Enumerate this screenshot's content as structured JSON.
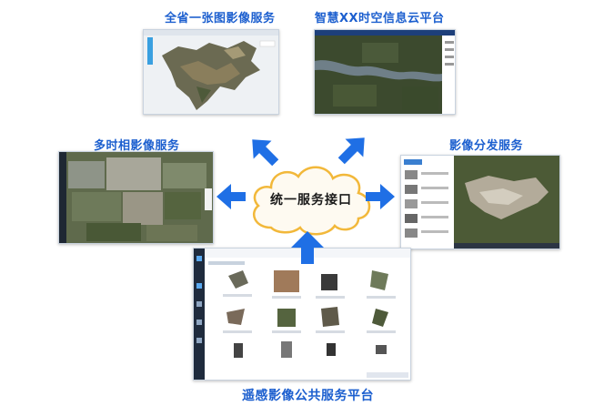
{
  "diagram": {
    "center": "统一服务接口",
    "nodes": {
      "top_left": "全省一张图影像服务",
      "top_right": "智慧XX时空信息云平台",
      "mid_left": "多时相影像服务",
      "mid_right": "影像分发服务",
      "bottom": "遥感影像公共服务平台"
    }
  },
  "colors": {
    "label": "#1c5fcf",
    "arrow": "#1f6fe5",
    "cloud_fill": "#fefaf1",
    "cloud_stroke": "#f2b83a"
  }
}
